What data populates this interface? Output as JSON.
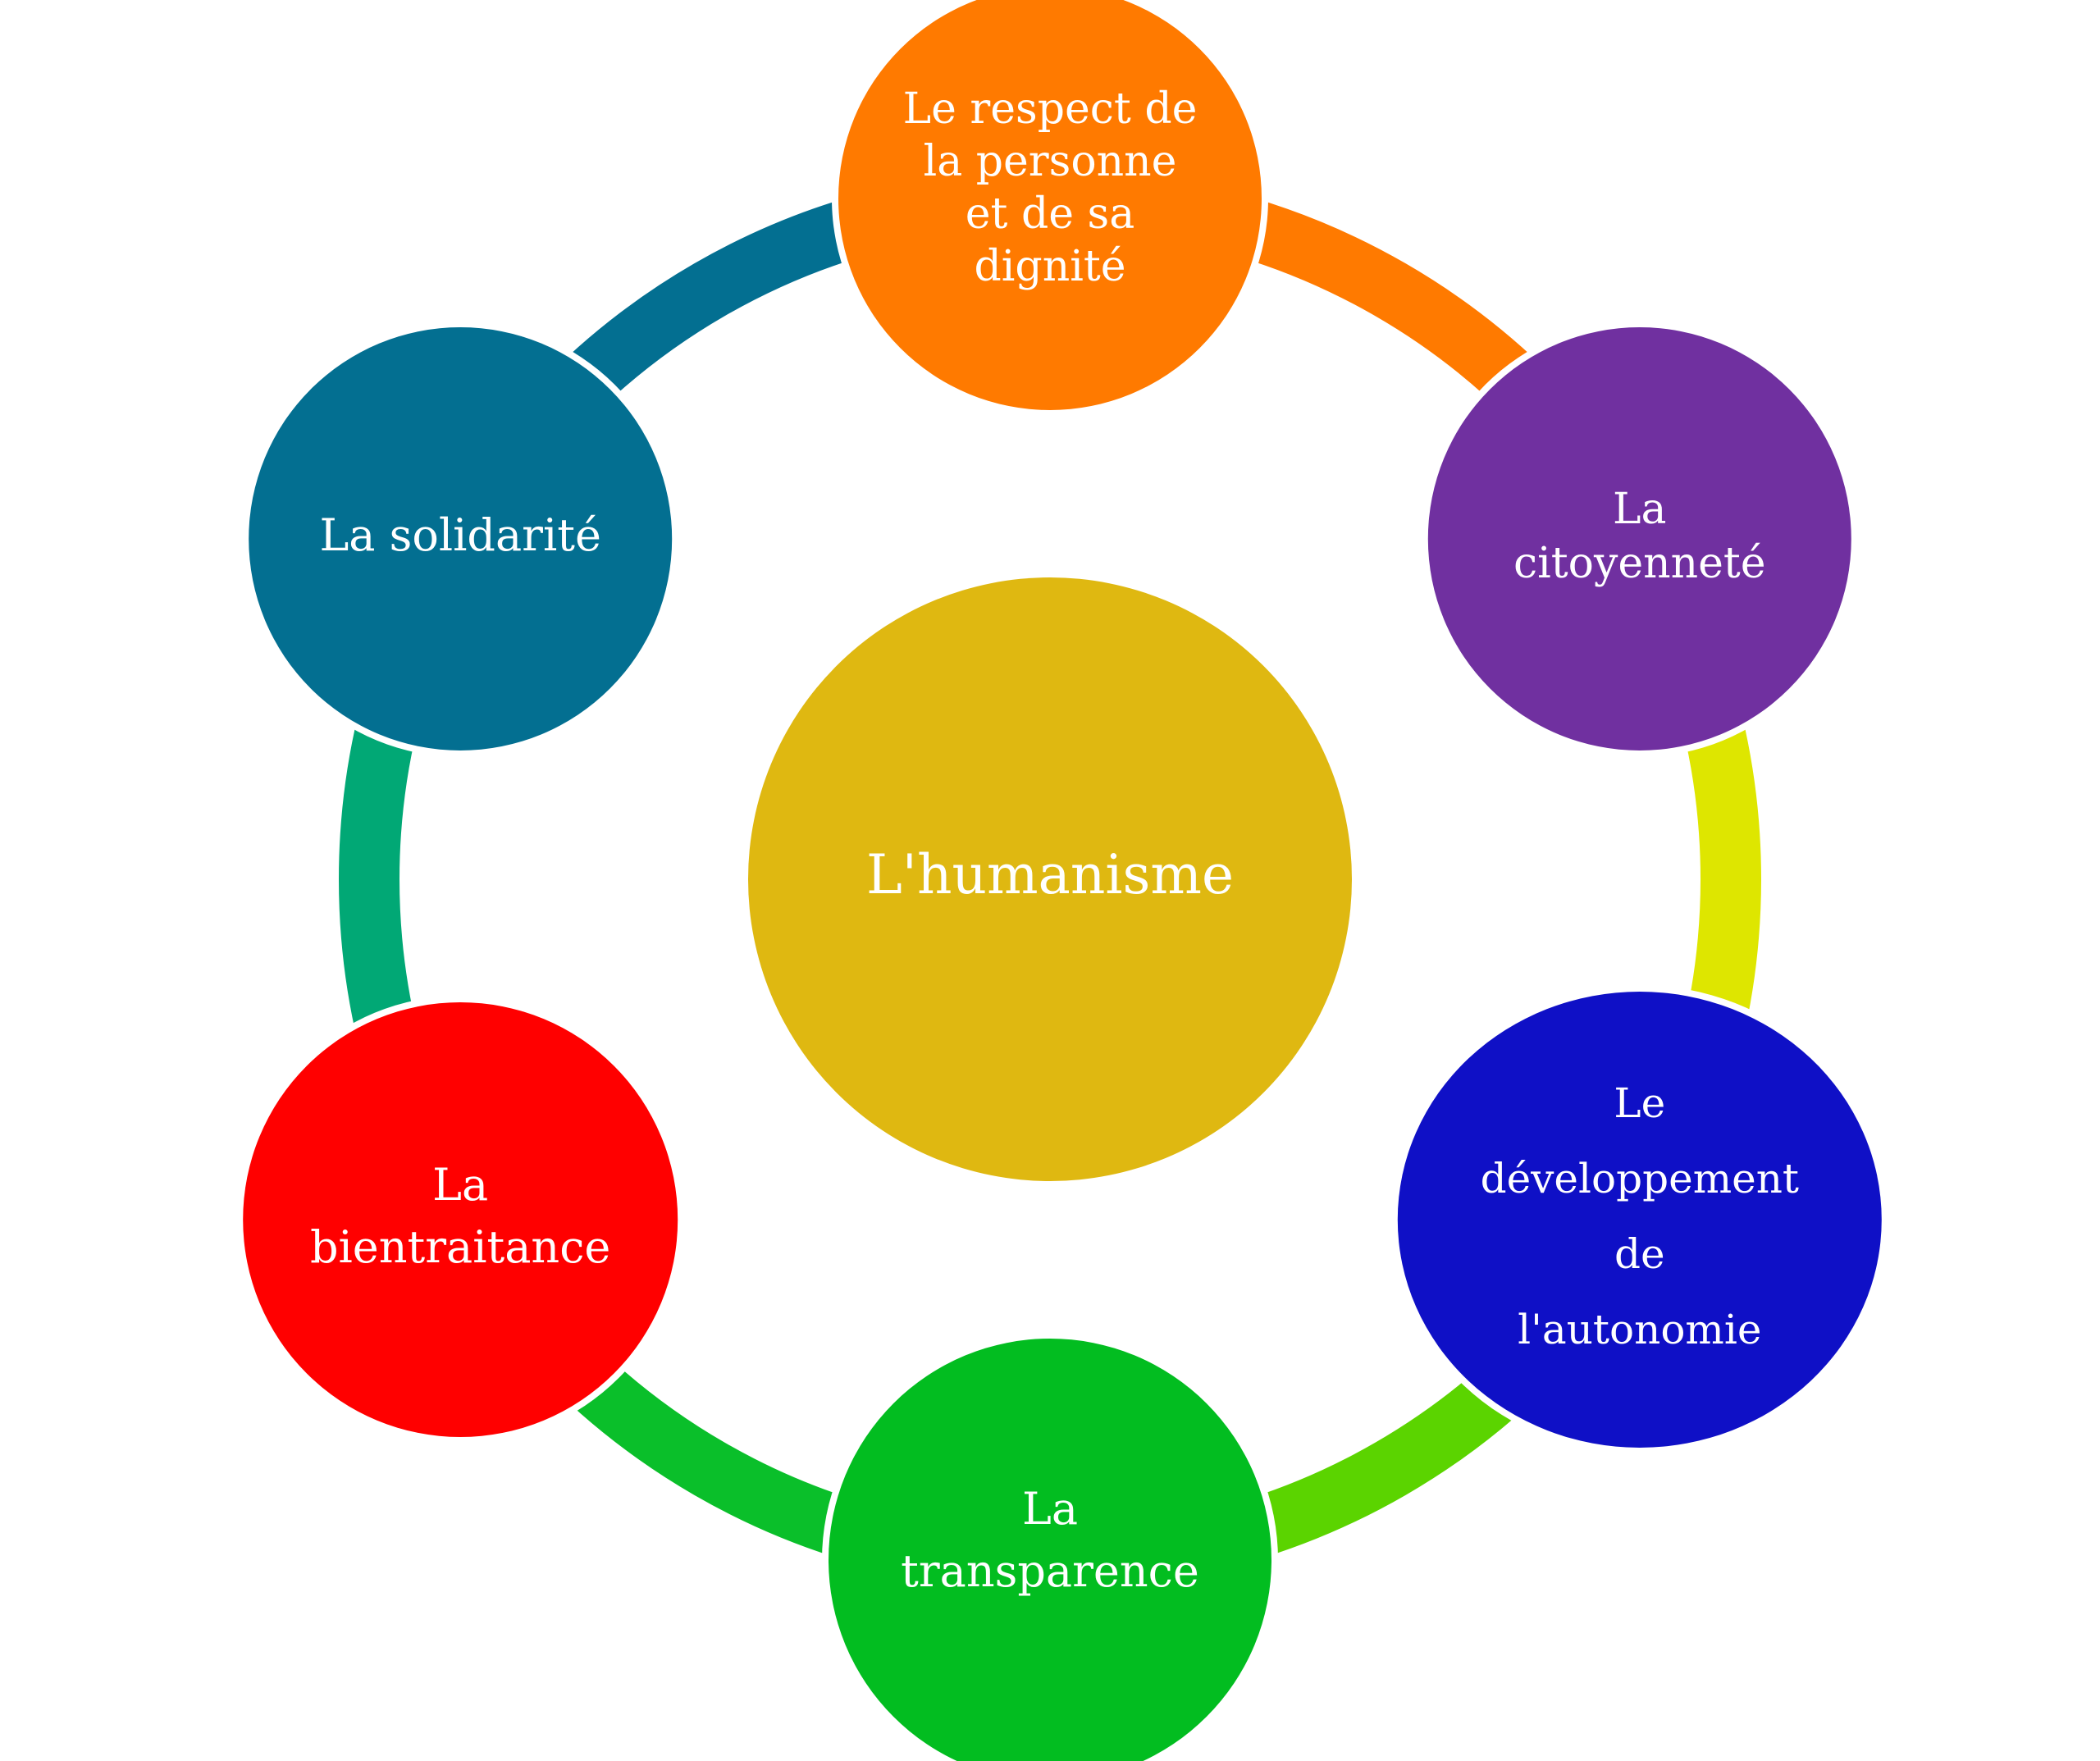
{
  "center": {
    "label": "L'humanisme",
    "color": "#DFB811"
  },
  "nodes": [
    {
      "id": "respect",
      "lines": [
        "Le respect de",
        "la personne",
        "et de sa",
        "dignité"
      ],
      "color": "#FF7A00"
    },
    {
      "id": "citoyennete",
      "lines": [
        "La",
        "citoyenneté"
      ],
      "color": "#7030A0"
    },
    {
      "id": "autonomie",
      "lines": [
        "Le",
        "développement",
        "de",
        "l'autonomie"
      ],
      "color": "#0F10C6"
    },
    {
      "id": "transparence",
      "lines": [
        "La",
        "transparence"
      ],
      "color": "#02BD20"
    },
    {
      "id": "bientraitance",
      "lines": [
        "La",
        "bientraitance"
      ],
      "color": "#FF0000"
    },
    {
      "id": "solidarite",
      "lines": [
        "La solidarité"
      ],
      "color": "#036F91"
    }
  ],
  "connectors": [
    {
      "id": "respect-citoyennete",
      "color": "#FF7A00"
    },
    {
      "id": "citoyennete-autonomie",
      "color": "#DEE600"
    },
    {
      "id": "autonomie-transparence",
      "color": "#5BD400"
    },
    {
      "id": "transparence-bientraitance",
      "color": "#0ABF2A"
    },
    {
      "id": "bientraitance-solidarite",
      "color": "#01A875"
    },
    {
      "id": "solidarite-respect",
      "color": "#036F91"
    }
  ]
}
